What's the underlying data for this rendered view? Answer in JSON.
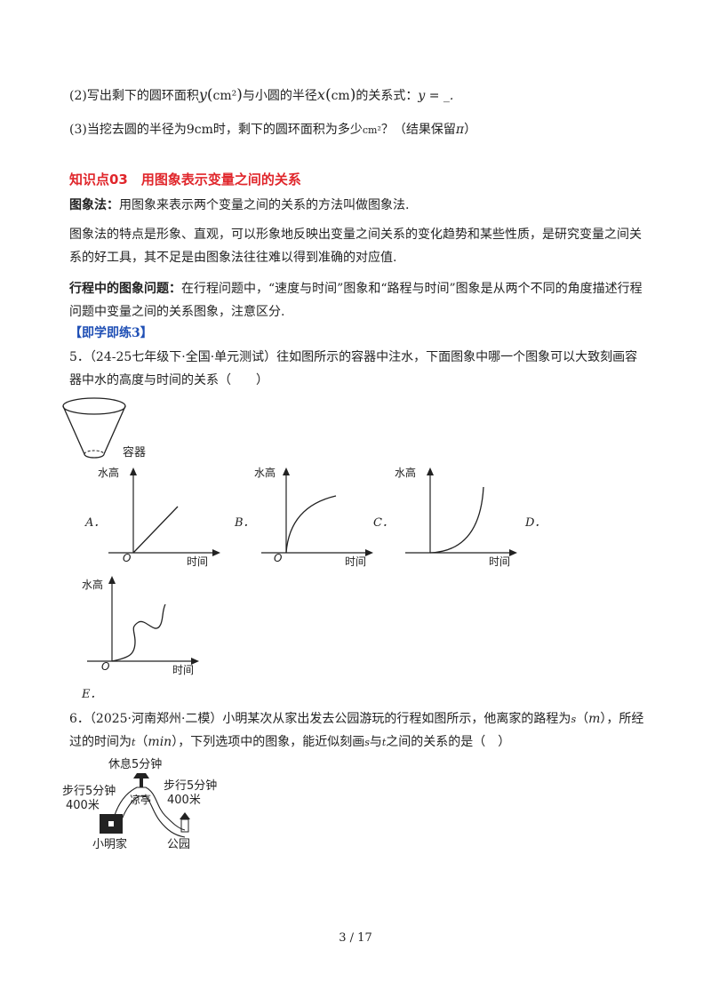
{
  "q2": {
    "prefix": "(2)写出剩下的圆环面积",
    "var_y": "y",
    "unit1": "cm²",
    "middle": "与小圆的半径",
    "var_x": "x",
    "unit2": "cm",
    "suffix": "的关系式：",
    "answer": "y = _."
  },
  "q3": {
    "prefix": "(3)当挖去圆的半径为",
    "value": "9cm",
    "middle": "时，剩下的圆环面积为多少",
    "unit": "cm²",
    "suffix": "？（结果保留",
    "pi": "π",
    "end": "）"
  },
  "section": {
    "title": "知识点03　用图象表示变量之间的关系"
  },
  "def1": {
    "term": "图象法：",
    "text": "用图象来表示两个变量之间的关系的方法叫做图象法."
  },
  "def2": {
    "text": "图象法的特点是形象、直观，可以形象地反映出变量之间关系的变化趋势和某些性质，是研究变量之间关系的好工具，其不足是由图象法往往难以得到准确的对应值."
  },
  "def3": {
    "term": "行程中的图象问题：",
    "text": "在行程问题中，“速度与时间”图象和“路程与时间”图象是从两个不同的角度描述行程问题中变量之间的关系图象，注意区分."
  },
  "practice_label": "【即学即练3】",
  "problem5": {
    "text": "5．（24-25七年级下·全国·单元测试）往如图所示的容器中注水，下面图象中哪一个图象可以大致刻画容器中水的高度与时间的关系（　　）",
    "container_label": "容器",
    "y_axis_label": "水高",
    "x_axis_label": "时间",
    "origin_label": "O",
    "options": [
      "A．",
      "B．",
      "C．",
      "D．",
      "E．"
    ]
  },
  "problem6": {
    "line1_a": "6．（2025·河南郑州·二模）小明某次从家出发去公园游玩的行程如图所示，他离家的路程为",
    "s_var": "s",
    "line1_b": "（",
    "m_unit": "m",
    "line1_c": "），所经",
    "line2_a": "过的时间为",
    "t_var": "t",
    "line2_b": "（",
    "min_unit": "min",
    "line2_c": "），下列选项中的图象，能近似刻画",
    "line2_d": "与",
    "line2_e": "之间的关系的是（　）",
    "rest_label": "休息5分钟",
    "walk1_line1": "步行5分钟",
    "walk1_line2": "400米",
    "walk2_line1": "步行5分钟",
    "walk2_line2": "400米",
    "pavilion": "凉亭",
    "home": "小明家",
    "park": "公园"
  },
  "page_number": "3 / 17"
}
